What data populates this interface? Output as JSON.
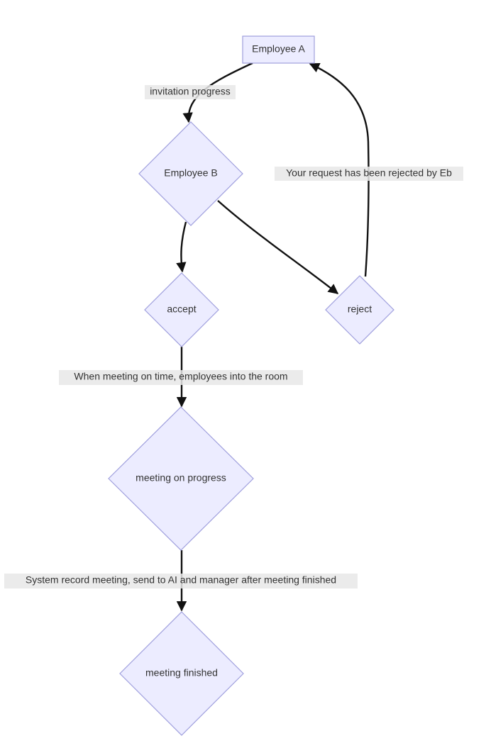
{
  "nodes": {
    "employee_a": {
      "label": "Employee A",
      "shape": "rect"
    },
    "employee_b": {
      "label": "Employee B",
      "shape": "diamond"
    },
    "accept": {
      "label": "accept",
      "shape": "diamond"
    },
    "reject": {
      "label": "reject",
      "shape": "diamond"
    },
    "meeting_progress": {
      "label": "meeting on progress",
      "shape": "diamond"
    },
    "meeting_finished": {
      "label": "meeting finished",
      "shape": "diamond"
    }
  },
  "edges": {
    "a_to_b": {
      "from": "employee_a",
      "to": "employee_b",
      "label": "invitation progress"
    },
    "b_to_accept": {
      "from": "employee_b",
      "to": "accept",
      "label": ""
    },
    "b_to_reject": {
      "from": "employee_b",
      "to": "reject",
      "label": ""
    },
    "reject_to_a": {
      "from": "reject",
      "to": "employee_a",
      "label": "Your request has been rejected by Eb"
    },
    "accept_to_progress": {
      "from": "accept",
      "to": "meeting_progress",
      "label": "When meeting on time, employees into the room"
    },
    "progress_to_finished": {
      "from": "meeting_progress",
      "to": "meeting_finished",
      "label": "System record meeting, send to AI and manager after meeting finished"
    }
  },
  "colors": {
    "node_fill": "#ececff",
    "node_stroke": "#9f9fdd",
    "edge": "#111111",
    "label_bg": "#e8e8e8",
    "text": "#333333"
  }
}
